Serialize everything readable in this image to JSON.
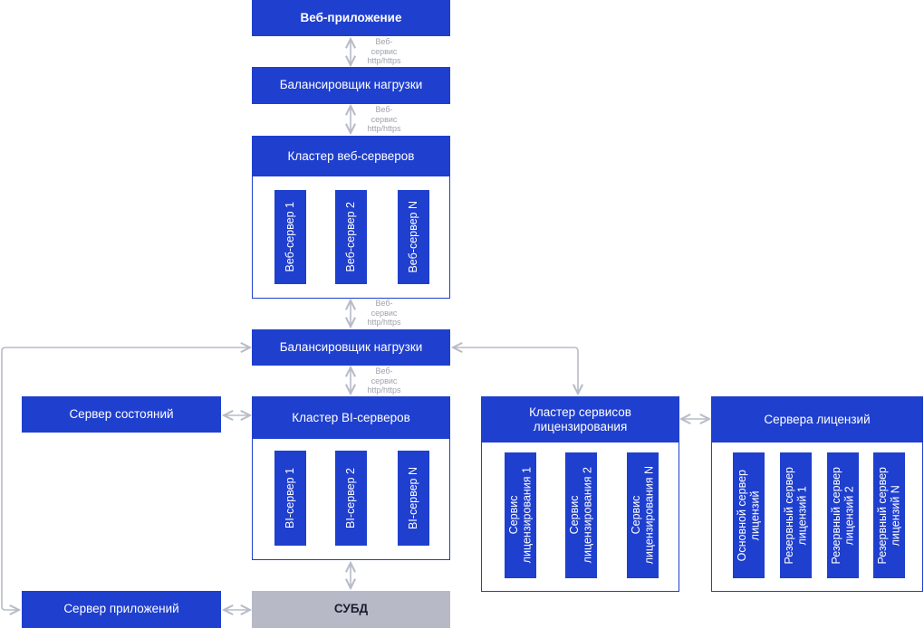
{
  "nodes": {
    "web_app": "Веб-приложение",
    "lb_top": "Балансировщик нагрузки",
    "web_cluster": "Кластер веб-серверов",
    "web_servers": [
      "Веб-сервер 1",
      "Веб-сервер 2",
      "Веб-сервер N"
    ],
    "lb_mid": "Балансировщик нагрузки",
    "state_server": "Сервер состояний",
    "bi_cluster": "Кластер BI-серверов",
    "bi_servers": [
      "BI-сервер 1",
      "BI-сервер 2",
      "BI-сервер N"
    ],
    "lic_cluster": "Кластер сервисов\nлицензирования",
    "lic_services": [
      "Сервис\nлицензирования 1",
      "Сервис\nлицензирования 2",
      "Сервис\nлицензирования N"
    ],
    "lic_servers_group": "Сервера лицензий",
    "lic_servers": [
      "Основной сервер\nлицензий",
      "Резервный сервер\nлицензий 1",
      "Резервный сервер\nлицензий 2",
      "Резервный сервер\nлицензий N"
    ],
    "app_server": "Сервер приложений",
    "dbms": "СУБД"
  },
  "protocol_labels": [
    "Веб-\nсервис\nhttp/https",
    "Веб-\nсервис\nhttp/https",
    "Веб-\nсервис\nhttp/https",
    "Веб-\nсервис\nhttp/https"
  ],
  "colors": {
    "node": "#1f3fce",
    "dbms": "#b8b9c6",
    "connector": "#b8bbc8",
    "label": "#a0a2ad"
  }
}
